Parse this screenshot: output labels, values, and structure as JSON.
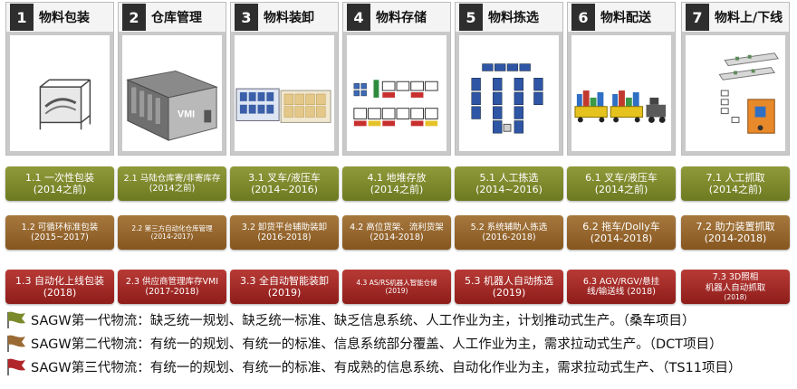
{
  "steps": [
    {
      "num": "1",
      "title": "物料包装",
      "image_icon": "packaging-rack-icon",
      "gen1": [
        "1.1 一次性包装",
        "(2014之前)"
      ],
      "gen2": [
        "1.2 可循环标准包装",
        "(2015~2017)"
      ],
      "gen3": [
        "1.3 自动化上线包装",
        "(2018)"
      ]
    },
    {
      "num": "2",
      "title": "仓库管理",
      "image_icon": "vmi-warehouse-icon",
      "image_label": "VMI",
      "gen1": [
        "2.1 马陆仓库寄/非寄库存",
        "(2014之前)"
      ],
      "gen2": [
        "2.2 第三方自动化仓库管理",
        "(2014-2017)"
      ],
      "gen3": [
        "2.3 供应商管理库存VMI",
        "(2017-2018)"
      ]
    },
    {
      "num": "3",
      "title": "物料装卸",
      "image_icon": "unloading-platform-icon",
      "gen1": [
        "3.1 叉车/液压车",
        "(2014~2016)"
      ],
      "gen2": [
        "3.2 卸货平台辅助装卸",
        "(2016-2018)"
      ],
      "gen3": [
        "3.3 全自动智能装卸",
        "(2019)"
      ]
    },
    {
      "num": "4",
      "title": "物料存储",
      "image_icon": "storage-racks-icon",
      "gen1": [
        "4.1 地堆存放",
        "(2014之前)"
      ],
      "gen2": [
        "4.2 高位货架、流利货架",
        "(2014-2018)"
      ],
      "gen3": [
        "4.3 AS/RS机器人智能仓储",
        "(2019)"
      ]
    },
    {
      "num": "5",
      "title": "物料拣选",
      "image_icon": "picking-shelves-icon",
      "gen1": [
        "5.1 人工拣选",
        "(2014~2016)"
      ],
      "gen2": [
        "5.2 系统辅助人拣选",
        "(2016-2018)"
      ],
      "gen3": [
        "5.3 机器人自动拣选",
        "(2019)"
      ]
    },
    {
      "num": "6",
      "title": "物料配送",
      "image_icon": "tugger-train-icon",
      "gen1": [
        "6.1 叉车/液压车",
        "(2014之前)"
      ],
      "gen2": [
        "6.2 拖车/Dolly车",
        "(2014-2018)"
      ],
      "gen3": [
        "6.3 AGV/RGV/悬挂",
        "线/输送线 (2018)"
      ]
    },
    {
      "num": "7",
      "title": "物料上/下线",
      "image_icon": "line-feeding-icon",
      "gen1": [
        "7.1 人工抓取",
        "(2014之前)"
      ],
      "gen2": [
        "7.2 助力装置抓取",
        "(2014-2018)"
      ],
      "gen3": [
        "7.3 3D照相",
        "机器人自动抓取",
        "(2018)"
      ]
    }
  ],
  "legend": [
    {
      "flag_icon": "green-flag-icon",
      "color": "#7a8a2a",
      "text": "SAGW第一代物流：缺乏统一规划、缺乏统一标准、缺乏信息系统、人工作业为主，计划推动式生产。（桑车项目）"
    },
    {
      "flag_icon": "brown-flag-icon",
      "color": "#9a6a33",
      "text": "SAGW第二代物流：有统一的规划、有统一的标准、信息系统部分覆盖、人工作业为主，需求拉动式生产。（DCT项目）"
    },
    {
      "flag_icon": "red-flag-icon",
      "color": "#b0262a",
      "text": "SAGW第三代物流：有统一的规划、有统一的标准、有成熟的信息系统、自动化作业为主，需求拉动式生产、（TS11项目）"
    }
  ],
  "colors": {
    "gen1": "#7a8a2a",
    "gen2": "#94642c",
    "gen3": "#a5292a",
    "card": "#c9c9c9",
    "header": "#2e2e2e"
  }
}
